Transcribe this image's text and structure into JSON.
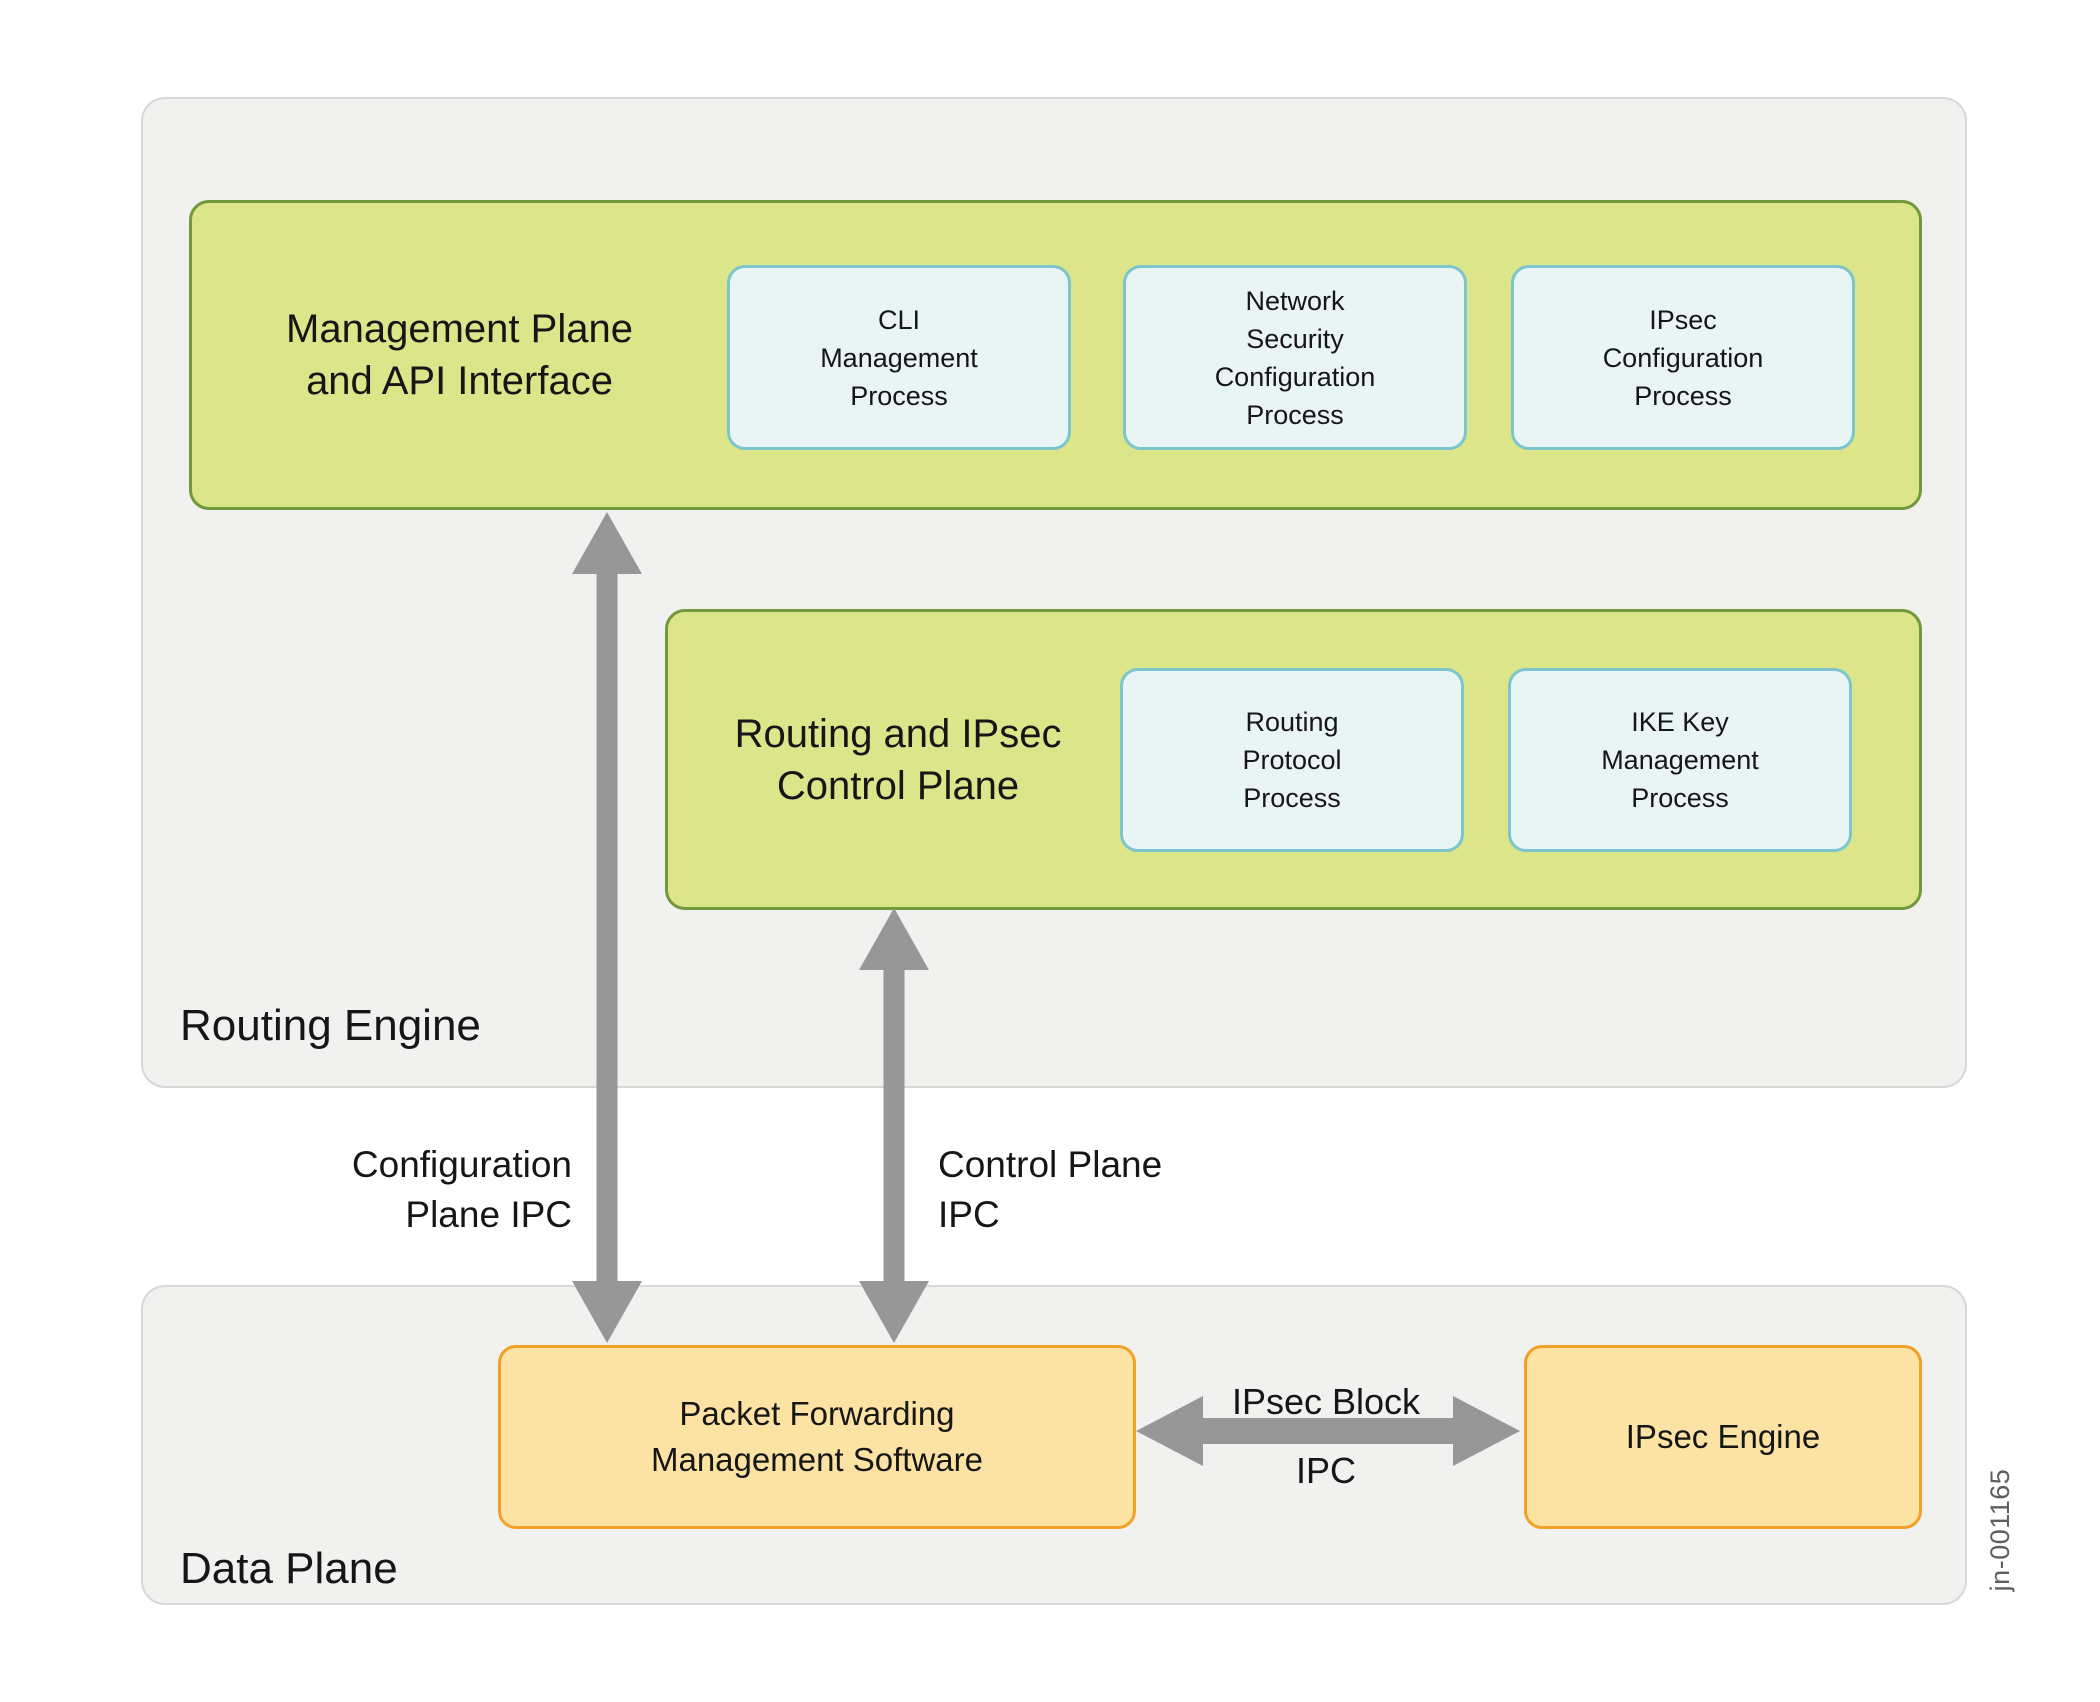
{
  "diagram": {
    "figure_id": "jn-001165",
    "routing_engine": {
      "label": "Routing Engine",
      "management_plane": {
        "title": "Management Plane\nand API Interface",
        "processes": [
          {
            "label": "CLI\nManagement\nProcess"
          },
          {
            "label": "Network\nSecurity\nConfiguration\nProcess"
          },
          {
            "label": "IPsec\nConfiguration\nProcess"
          }
        ]
      },
      "control_plane": {
        "title": "Routing and IPsec\nControl Plane",
        "processes": [
          {
            "label": "Routing\nProtocol\nProcess"
          },
          {
            "label": "IKE Key\nManagement\nProcess"
          }
        ]
      }
    },
    "data_plane": {
      "label": "Data Plane",
      "packet_forwarding": {
        "label": "Packet Forwarding\nManagement Software"
      },
      "ipsec_engine": {
        "label": "IPsec Engine"
      }
    },
    "connections": {
      "config_plane_ipc": {
        "label": "Configuration\nPlane IPC"
      },
      "control_plane_ipc": {
        "label": "Control Plane\nIPC"
      },
      "ipsec_block_ipc": {
        "label_top": "IPsec Block",
        "label_bottom": "IPC"
      }
    },
    "colors": {
      "plane_fill": "#f1f1f0",
      "plane_border": "#d8d8d7",
      "group_fill": "#dde58b",
      "group_border": "#71993b",
      "process_fill": "#e9f4f4",
      "process_border": "#7cc5cd",
      "engine_fill": "#fce3a3",
      "engine_border": "#f1a125",
      "arrow": "#979797",
      "text": "#161616",
      "figid": "#5e5e5e"
    }
  }
}
